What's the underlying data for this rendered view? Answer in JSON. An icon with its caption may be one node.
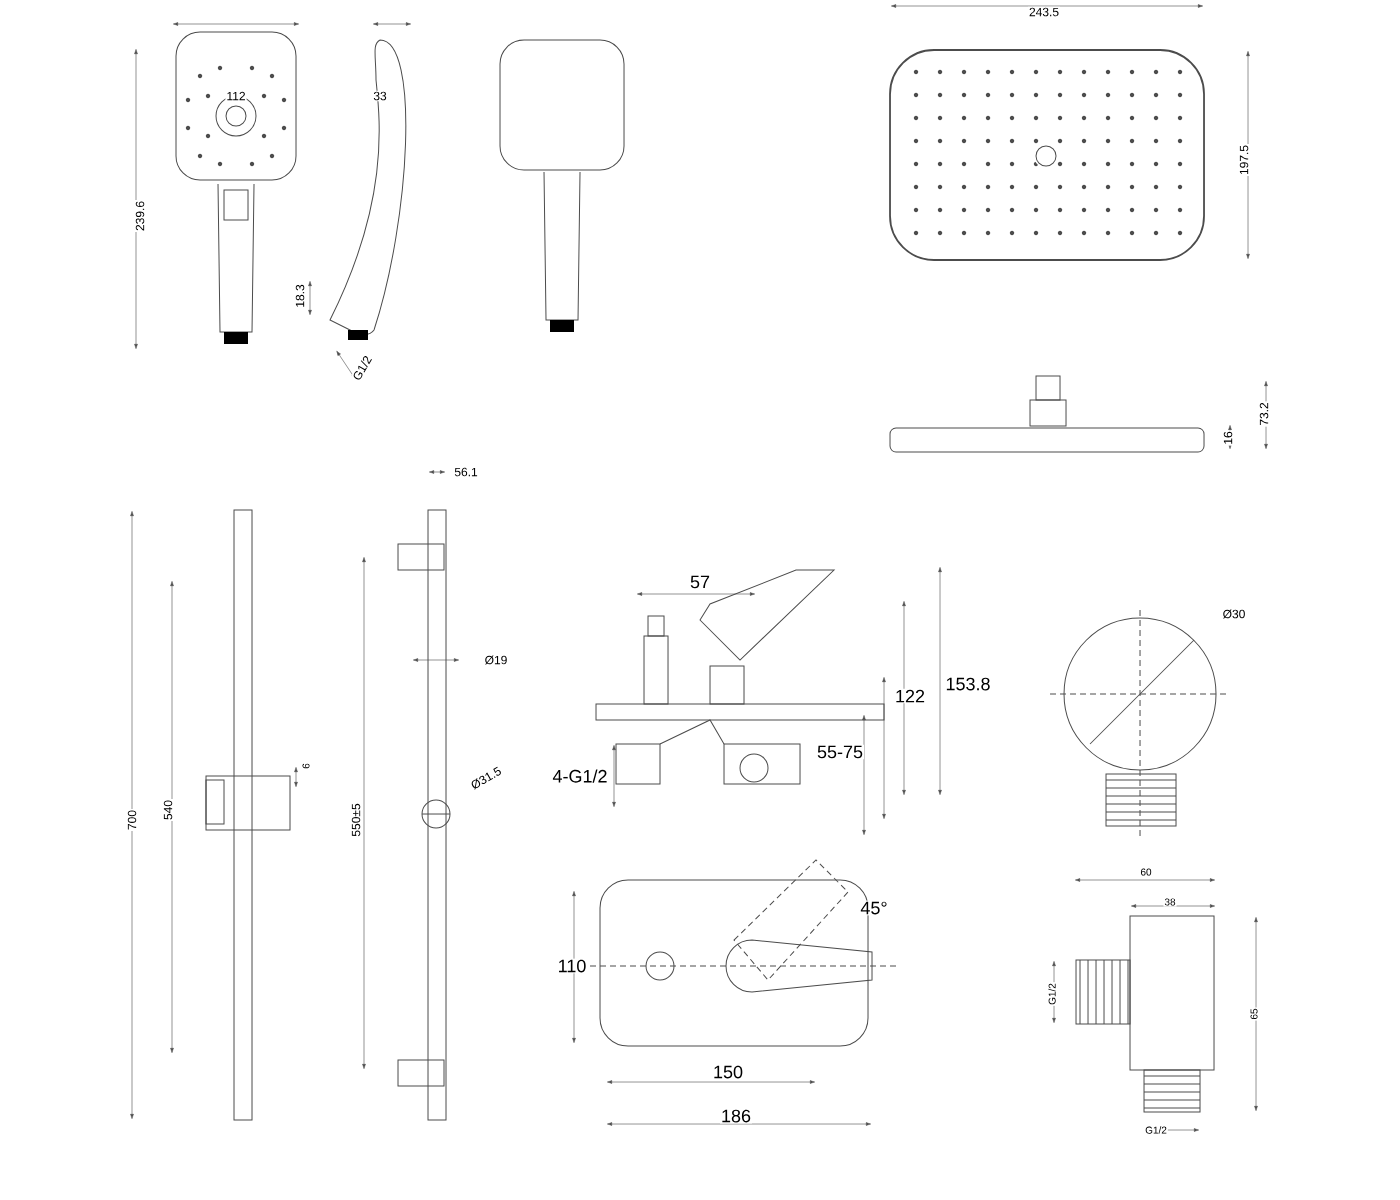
{
  "diagram": {
    "labels": [
      "112",
      "33",
      "243.5",
      "239.6",
      "197.5",
      "18.3",
      "G1/2",
      "73.2",
      "16",
      "56.1",
      "57",
      "Ø19",
      "Ø30",
      "153.8",
      "122",
      "6",
      "4-G1/2",
      "55-75",
      "Ø31.5",
      "700",
      "540",
      "550±5",
      "45°",
      "60",
      "38",
      "110",
      "G1/2",
      "65",
      "150",
      "G1/2",
      "186"
    ]
  }
}
